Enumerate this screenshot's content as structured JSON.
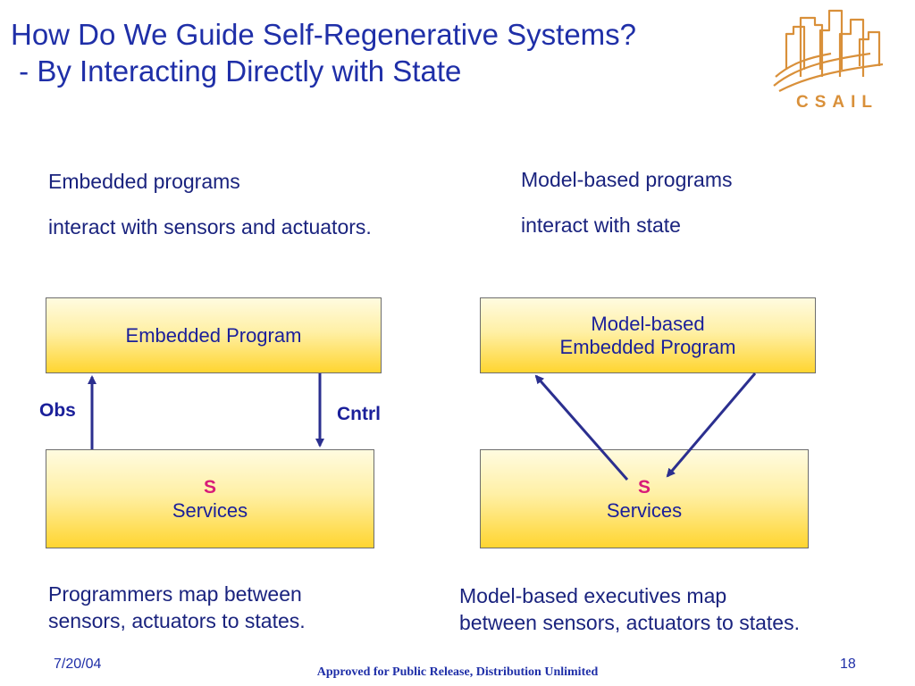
{
  "title": {
    "line1": "How Do We Guide Self-Regenerative Systems?",
    "line2": " - By Interacting Directly with State"
  },
  "logo": {
    "text": "CSAIL"
  },
  "left": {
    "heading": "Embedded programs",
    "subheading": "interact with sensors and actuators.",
    "top_box": "Embedded Program",
    "bottom_box": {
      "symbol": "S",
      "label": "Services"
    },
    "obs_label": "Obs",
    "cntrl_label": "Cntrl",
    "footer_line1": "Programmers map between",
    "footer_line2": "sensors, actuators to states."
  },
  "right": {
    "heading": "Model-based programs",
    "subheading": "interact with state",
    "top_box_line1": "Model-based",
    "top_box_line2": "Embedded Program",
    "bottom_box": {
      "symbol": "S",
      "label": "Services"
    },
    "footer_line1": "Model-based executives map",
    "footer_line2": "between sensors, actuators to states."
  },
  "footer": {
    "date": "7/20/04",
    "notice": "Approved for Public Release, Distribution Unlimited",
    "page": "18"
  },
  "colors": {
    "title": "#1f2fa8",
    "arrow": "#2b2f8f",
    "state_symbol": "#d81b78",
    "logo": "#d9903a"
  }
}
